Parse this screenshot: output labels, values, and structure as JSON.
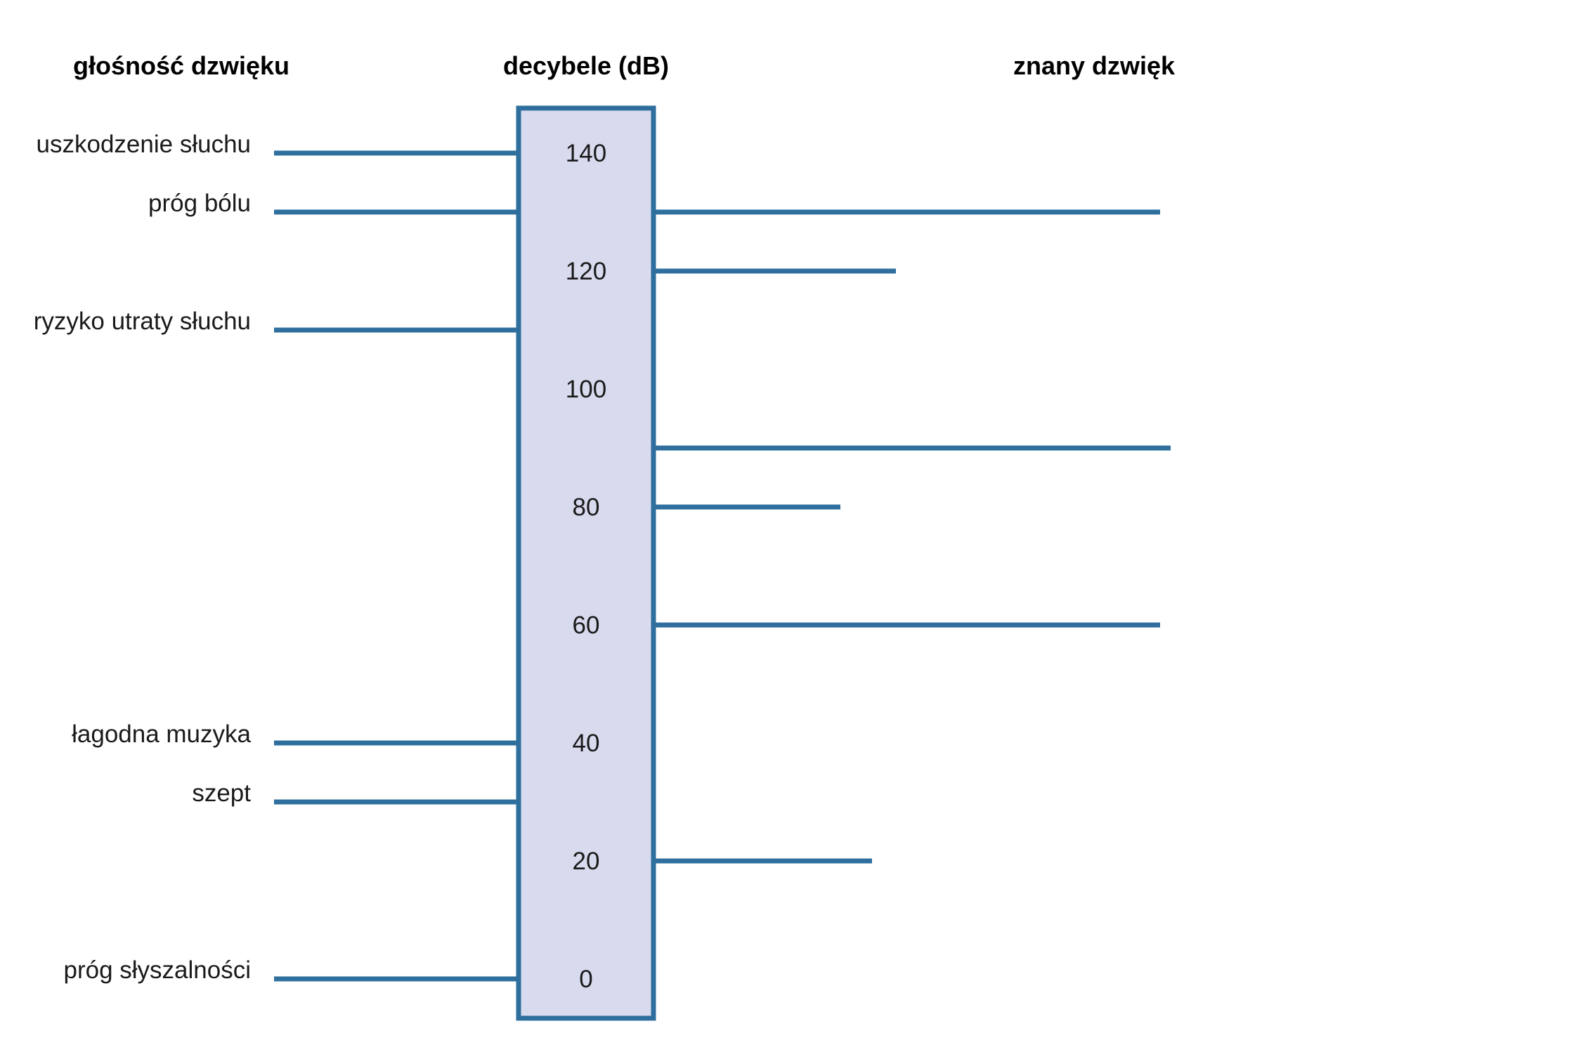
{
  "headers": {
    "left": "głośność dzwięku",
    "middle": "decybele (dB)",
    "right": "znany dzwięk"
  },
  "colors": {
    "line": "#2e6f9e",
    "bar_fill": "#d8daee",
    "bar_stroke": "#2e6f9e",
    "text": "#1a1a1a"
  },
  "scale": {
    "min": 0,
    "max": 140,
    "ticks": [
      {
        "value": 140,
        "label": "140"
      },
      {
        "value": 120,
        "label": "120"
      },
      {
        "value": 100,
        "label": "100"
      },
      {
        "value": 80,
        "label": "80"
      },
      {
        "value": 60,
        "label": "60"
      },
      {
        "value": 40,
        "label": "40"
      },
      {
        "value": 20,
        "label": "20"
      },
      {
        "value": 0,
        "label": "0"
      }
    ]
  },
  "left_markers": [
    {
      "value": 140,
      "label": "uszkodzenie słuchu"
    },
    {
      "value": 130,
      "label": "próg bólu"
    },
    {
      "value": 110,
      "label": "ryzyko utraty słuchu"
    },
    {
      "value": 40,
      "label": "łagodna muzyka"
    },
    {
      "value": 30,
      "label": "szept"
    },
    {
      "value": 0,
      "label": "próg słyszalności"
    }
  ],
  "right_markers": [
    {
      "value": 130
    },
    {
      "value": 120
    },
    {
      "value": 90
    },
    {
      "value": 80
    },
    {
      "value": 60
    },
    {
      "value": 20
    }
  ]
}
